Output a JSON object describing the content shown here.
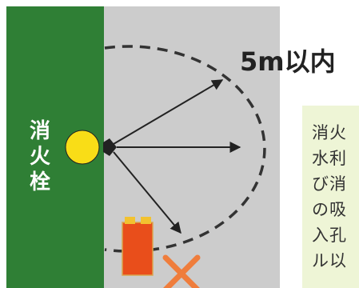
{
  "hydrant_label_chars": [
    "消",
    "火",
    "栓"
  ],
  "distance_label": "5m以内",
  "note_lines": [
    "消火",
    "水利",
    "び消",
    "の吸",
    "入孔",
    "ル以"
  ],
  "colors": {
    "panel_gray": "#cccccc",
    "hydrant_green": "#2f7f35",
    "hydrant_yellow": "#f9dd17",
    "truck_red": "#e94e1b",
    "cross_orange": "#ef7d3c",
    "note_bg": "#eef5d6"
  },
  "icons": [
    "hydrant-circle-icon",
    "fire-truck-icon",
    "cross-mark-icon"
  ]
}
